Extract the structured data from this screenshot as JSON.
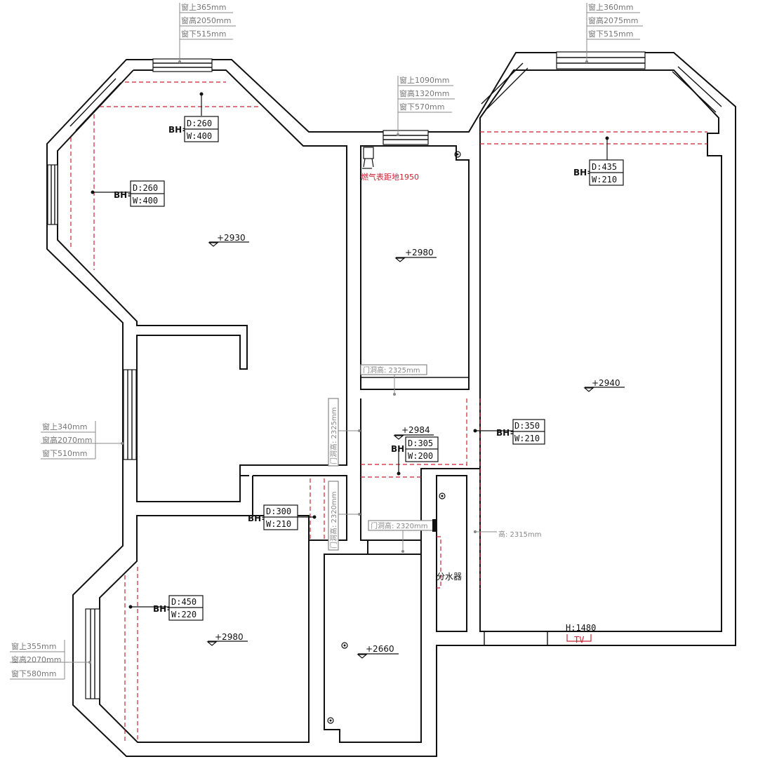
{
  "colors": {
    "wall": "#111111",
    "beam": "#cc2233",
    "note": "#777777",
    "background": "#ffffff"
  },
  "levels": [
    {
      "id": "bedroom1",
      "label": "+2930"
    },
    {
      "id": "kitchen",
      "label": "+2980"
    },
    {
      "id": "living",
      "label": "+2940"
    },
    {
      "id": "hall",
      "label": "+2984"
    },
    {
      "id": "bedroom2",
      "label": "+2980"
    },
    {
      "id": "bath",
      "label": "+2660"
    }
  ],
  "beams": [
    {
      "id": "b1",
      "prefix": "BH=",
      "d": "D:260",
      "w": "W:400"
    },
    {
      "id": "b2",
      "prefix": "BH=",
      "d": "D:260",
      "w": "W:400"
    },
    {
      "id": "b3",
      "prefix": "BH=",
      "d": "D:435",
      "w": "W:210"
    },
    {
      "id": "b4",
      "prefix": "BH=",
      "d": "D:350",
      "w": "W:210"
    },
    {
      "id": "b5",
      "prefix": "BH=",
      "d": "D:305",
      "w": "W:200"
    },
    {
      "id": "b6",
      "prefix": "BH=",
      "d": "D:300",
      "w": "W:210"
    },
    {
      "id": "b7",
      "prefix": "BH=",
      "d": "D:450",
      "w": "W:220"
    }
  ],
  "windows": [
    {
      "id": "w1",
      "lines": [
        "窗上365mm",
        "窗高2050mm",
        "窗下515mm"
      ]
    },
    {
      "id": "w2",
      "lines": [
        "窗上360mm",
        "窗高2075mm",
        "窗下515mm"
      ]
    },
    {
      "id": "w3",
      "lines": [
        "窗上1090mm",
        "窗高1320mm",
        "窗下570mm"
      ]
    },
    {
      "id": "w4",
      "lines": [
        "窗上340mm",
        "窗高2070mm",
        "窗下510mm"
      ]
    },
    {
      "id": "w5",
      "lines": [
        "窗上355mm",
        "窗高2070mm",
        "窗下580mm"
      ]
    }
  ],
  "doors": {
    "d1": "门洞高: 2325mm",
    "d2": "门洞高: 2325mm",
    "d3": "门洞高: 2320mm",
    "d4": "门洞高: 2320mm",
    "d5": "高: 2315mm"
  },
  "notes": {
    "gas_meter": "燃气表距地1950",
    "manifold": "分水器",
    "tv_height": "H:1480",
    "tv": "TV"
  }
}
